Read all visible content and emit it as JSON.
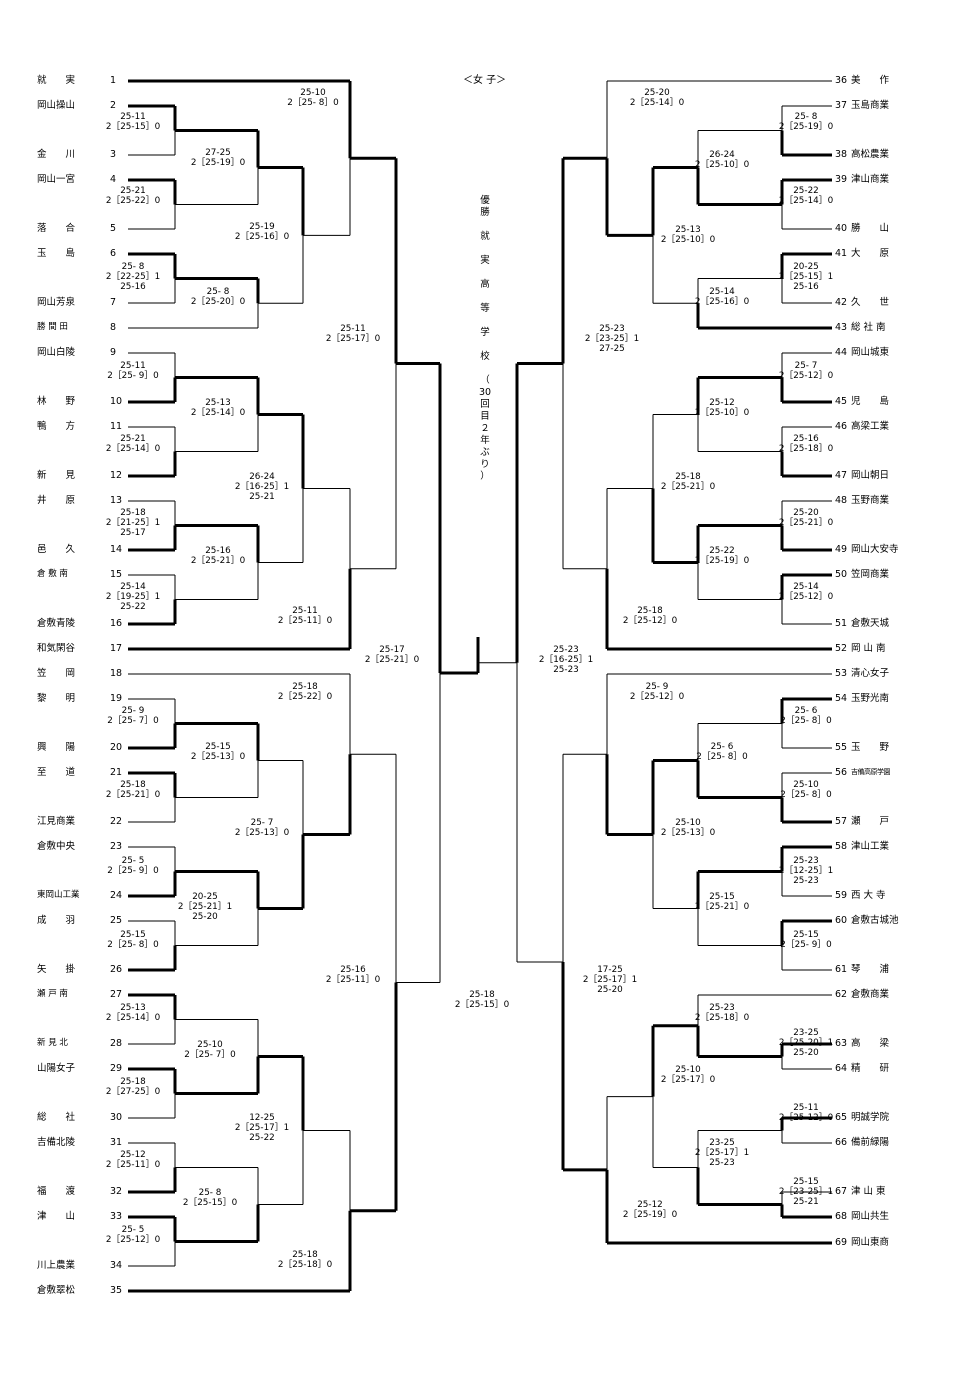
{
  "title": "＜女 子＞",
  "champion_vertical": [
    "優",
    "勝",
    " ",
    "就",
    " ",
    "実",
    " ",
    "高",
    " ",
    "等",
    " ",
    "学",
    " ",
    "校",
    " ",
    "（",
    "30",
    "回",
    "目",
    "２",
    "年",
    "ぶ",
    "り",
    "）"
  ],
  "left_teams": [
    {
      "name": "就　　実",
      "num": "1"
    },
    {
      "name": "岡山操山",
      "num": "2"
    },
    {
      "name": "金　　川",
      "num": "3"
    },
    {
      "name": "岡山一宮",
      "num": "4"
    },
    {
      "name": "落　　合",
      "num": "5"
    },
    {
      "name": "玉　　島",
      "num": "6"
    },
    {
      "name": "岡山芳泉",
      "num": "7"
    },
    {
      "name": "勝 間 田",
      "num": "8"
    },
    {
      "name": "岡山白陵",
      "num": "9"
    },
    {
      "name": "林　　野",
      "num": "10"
    },
    {
      "name": "鴨　　方",
      "num": "11"
    },
    {
      "name": "新　　見",
      "num": "12"
    },
    {
      "name": "井　　原",
      "num": "13"
    },
    {
      "name": "邑　　久",
      "num": "14"
    },
    {
      "name": "倉 敷 南",
      "num": "15"
    },
    {
      "name": "倉敷青陵",
      "num": "16"
    },
    {
      "name": "和気閑谷",
      "num": "17"
    },
    {
      "name": "笠　　岡",
      "num": "18"
    },
    {
      "name": "黎　　明",
      "num": "19"
    },
    {
      "name": "興　　陽",
      "num": "20"
    },
    {
      "name": "至　　道",
      "num": "21"
    },
    {
      "name": "江見商業",
      "num": "22"
    },
    {
      "name": "倉敷中央",
      "num": "23"
    },
    {
      "name": "東岡山工業",
      "num": "24"
    },
    {
      "name": "成　　羽",
      "num": "25"
    },
    {
      "name": "矢　　掛",
      "num": "26"
    },
    {
      "name": "瀬 戸 南",
      "num": "27"
    },
    {
      "name": "新 見 北",
      "num": "28"
    },
    {
      "name": "山陽女子",
      "num": "29"
    },
    {
      "name": "総　　社",
      "num": "30"
    },
    {
      "name": "吉備北陵",
      "num": "31"
    },
    {
      "name": "福　　渡",
      "num": "32"
    },
    {
      "name": "津　　山",
      "num": "33"
    },
    {
      "name": "川上農業",
      "num": "34"
    },
    {
      "name": "倉敷翠松",
      "num": "35"
    }
  ],
  "right_teams": [
    {
      "name": "美　　作",
      "num": "36"
    },
    {
      "name": "玉島商業",
      "num": "37"
    },
    {
      "name": "高松農業",
      "num": "38"
    },
    {
      "name": "津山商業",
      "num": "39"
    },
    {
      "name": "勝　　山",
      "num": "40"
    },
    {
      "name": "大　　原",
      "num": "41"
    },
    {
      "name": "久　　世",
      "num": "42"
    },
    {
      "name": "総 社 南",
      "num": "43"
    },
    {
      "name": "岡山城東",
      "num": "44"
    },
    {
      "name": "児　　島",
      "num": "45"
    },
    {
      "name": "高梁工業",
      "num": "46"
    },
    {
      "name": "岡山朝日",
      "num": "47"
    },
    {
      "name": "玉野商業",
      "num": "48"
    },
    {
      "name": "岡山大安寺",
      "num": "49"
    },
    {
      "name": "笠岡商業",
      "num": "50"
    },
    {
      "name": "倉敷天城",
      "num": "51"
    },
    {
      "name": "岡 山 南",
      "num": "52"
    },
    {
      "name": "清心女子",
      "num": "53"
    },
    {
      "name": "玉野光南",
      "num": "54"
    },
    {
      "name": "玉　　野",
      "num": "55"
    },
    {
      "name": "吉備高原学園",
      "num": "56"
    },
    {
      "name": "瀬　　戸",
      "num": "57"
    },
    {
      "name": "津山工業",
      "num": "58"
    },
    {
      "name": "西 大 寺",
      "num": "59"
    },
    {
      "name": "倉敷古城池",
      "num": "60"
    },
    {
      "name": "琴　　浦",
      "num": "61"
    },
    {
      "name": "倉敷商業",
      "num": "62"
    },
    {
      "name": "高　　梁",
      "num": "63"
    },
    {
      "name": "精　　研",
      "num": "64"
    },
    {
      "name": "明誠学院",
      "num": "65"
    },
    {
      "name": "備前緑陽",
      "num": "66"
    },
    {
      "name": "津 山 東",
      "num": "67"
    },
    {
      "name": "岡山共生",
      "num": "68"
    },
    {
      "name": "岡山東商",
      "num": "69"
    }
  ],
  "scores": [
    "25-10\n2［25- 8］0",
    "25-11\n2［25-15］0",
    "27-25\n2［25-19］0",
    "25-21\n2［25-22］0",
    "25-19\n2［25-16］0",
    "25- 8\n2［22-25］1\n25-16",
    "25- 8\n2［25-20］0",
    "25-11\n2［25-17］0",
    "25-11\n2［25- 9］0",
    "25-13\n2［25-14］0",
    "25-21\n2［25-14］0",
    "26-24\n2［16-25］1\n25-21",
    "25-18\n2［21-25］1\n25-17",
    "25-16\n2［25-21］0",
    "25-14\n2［19-25］1\n25-22",
    "25-11\n2［25-11］0",
    "25-17\n2［25-21］0",
    "25-18\n2［25-22］0",
    "25- 9\n2［25- 7］0",
    "25-15\n2［25-13］0",
    "25-18\n2［25-21］0",
    "25- 7\n2［25-13］0",
    "25- 5\n2［25- 9］0",
    "20-25\n2［25-21］1\n25-20",
    "25-15\n2［25- 8］0",
    "25-16\n2［25-11］0",
    "25-13\n2［25-14］0",
    "25-10\n2［25- 7］0",
    "25-18\n2［27-25］0",
    "12-25\n2［25-17］1\n25-22",
    "25-12\n2［25-11］0",
    "25- 8\n2［25-15］0",
    "25- 5\n2［25-12］0",
    "25-18\n2［25-18］0",
    "25-20\n2［25-14］0",
    "25- 8\n2［25-19］0",
    "26-24\n2［25-10］0",
    "25-22\n2［25-14］0",
    "25-13\n2［25-10］0",
    "20-25\n2［25-15］1\n25-16",
    "25-14\n2［25-16］0",
    "25-23\n2［23-25］1\n27-25",
    "25- 7\n2［25-12］0",
    "25-12\n2［25-10］0",
    "25-16\n2［25-18］0",
    "25-18\n2［25-21］0",
    "25-20\n2［25-21］0",
    "25-22\n2［25-19］0",
    "25-14\n2［25-12］0",
    "25-18\n2［25-12］0",
    "25-23\n2［16-25］1\n25-23",
    "25- 9\n2［25-12］0",
    "25- 6\n2［25- 8］0",
    "25- 6\n2［25- 8］0",
    "25-10\n2［25- 8］0",
    "25-10\n2［25-13］0",
    "25-23\n2［12-25］1\n25-23",
    "25-15\n2［25-21］0",
    "25-15\n2［25- 9］0",
    "17-25\n2［25-17］1\n25-20",
    "25-23\n2［25-18］0",
    "23-25\n2［25-20］1\n25-20",
    "25-10\n2［25-17］0",
    "25-11\n2［25-12］0",
    "23-25\n2［25-17］1\n25-23",
    "25-15\n2［23-25］1\n25-21",
    "25-12\n2［25-19］0",
    "25-18\n2［25-15］0"
  ]
}
